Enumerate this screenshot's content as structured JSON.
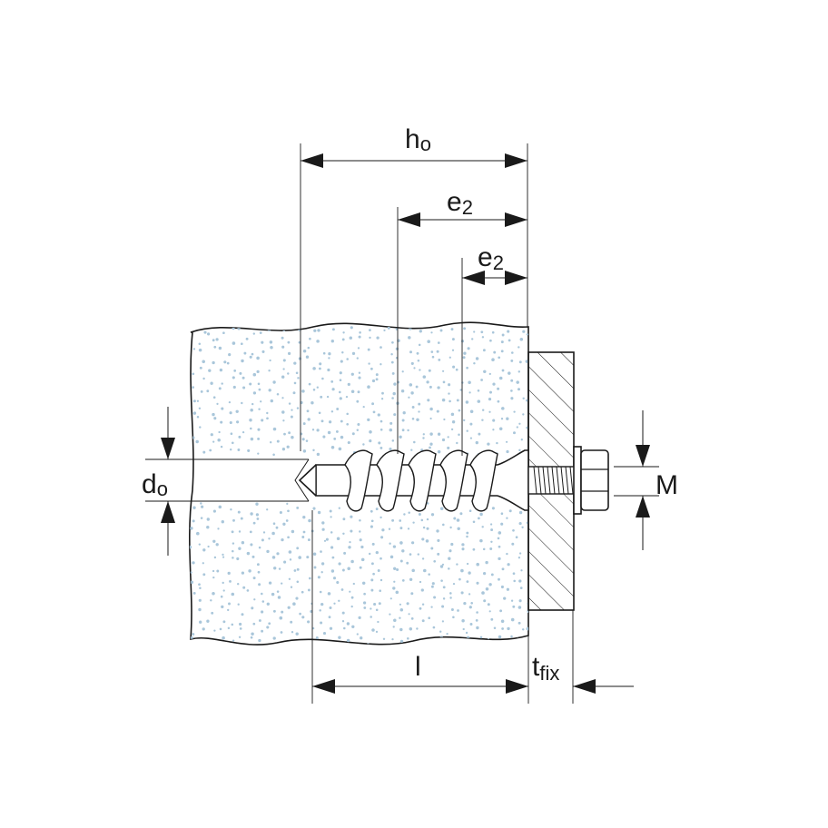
{
  "labels": {
    "h0": {
      "main": "h",
      "sub": "o"
    },
    "e2_upper": {
      "main": "e",
      "sub": "2"
    },
    "e2_lower": {
      "main": "e",
      "sub": "2"
    },
    "d0": {
      "main": "d",
      "sub": "o"
    },
    "M": {
      "main": "M"
    },
    "l": {
      "main": "l"
    },
    "tfix": {
      "main": "t",
      "sub": "fix"
    }
  },
  "colors": {
    "line": "#1a1a1a",
    "concrete_dots": "#a9c6da",
    "background": "#ffffff"
  }
}
